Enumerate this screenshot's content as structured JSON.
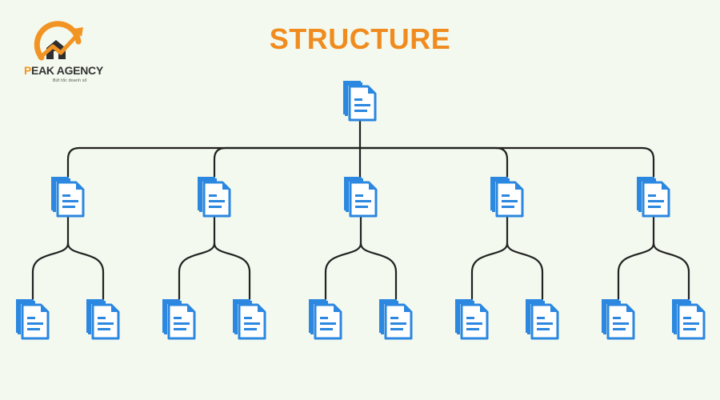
{
  "page_title": "STRUCTURE",
  "logo": {
    "brand_first": "P",
    "brand_rest": "EAK AGENCY",
    "tagline": "Bứt tốc doanh số",
    "accent_color": "#f29423"
  },
  "diagram": {
    "icon": "document-icon",
    "line_color": "#222222",
    "icon_color": "#2b87e0",
    "root": {
      "children": [
        {
          "children": [
            {},
            {}
          ]
        },
        {
          "children": [
            {},
            {}
          ]
        },
        {
          "children": [
            {},
            {}
          ]
        },
        {
          "children": [
            {},
            {}
          ]
        },
        {
          "children": [
            {},
            {}
          ]
        }
      ]
    }
  }
}
